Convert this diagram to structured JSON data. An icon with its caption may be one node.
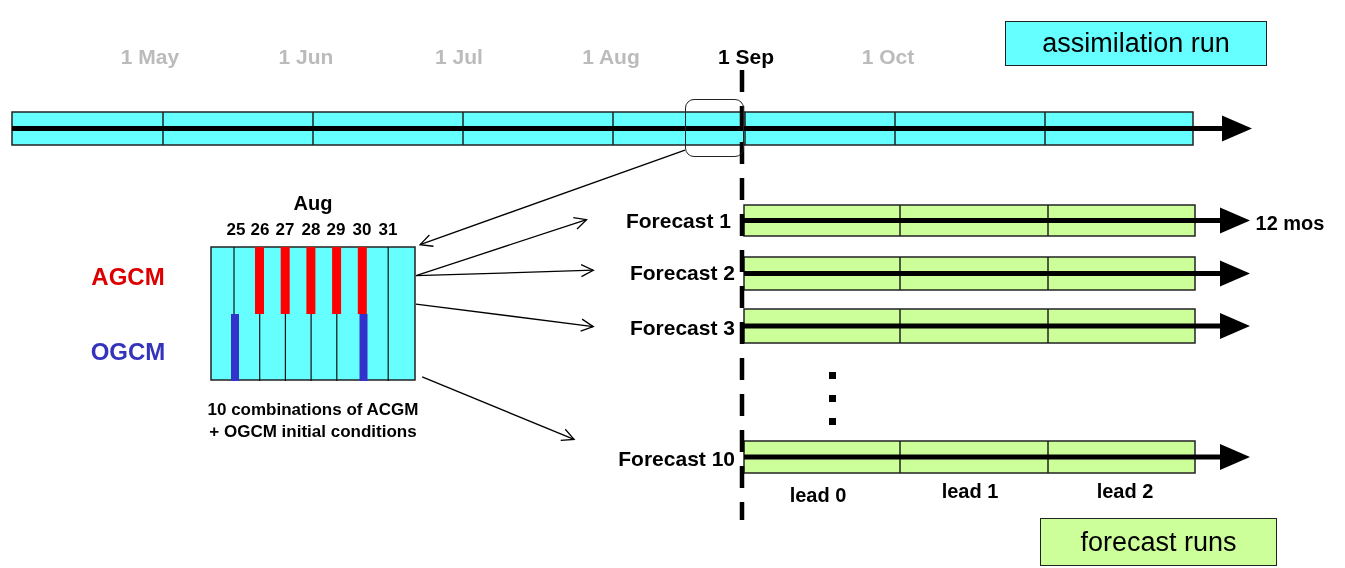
{
  "diagram": {
    "nodes": [
      {
        "text": [
          "assimilation run"
        ]
      },
      {
        "text": [],
        "shape": "box"
      },
      {
        "text": [
          "Aug"
        ],
        "beside": [
          "25",
          "26",
          "27",
          "28",
          "29",
          "30",
          "31",
          "10 combinations of ACGM + OGCM initial conditions"
        ]
      },
      {
        "text": [
          "Forecast 1"
        ]
      },
      {
        "text": [
          "Forecast 2"
        ]
      },
      {
        "text": [
          "Forecast 3"
        ]
      },
      {
        "text": [
          "Forecast 10"
        ]
      },
      {
        "text": [
          "forecast runs"
        ]
      }
    ],
    "edges": [
      {
        "from": 1,
        "to": 2,
        "arrow": "to"
      },
      {
        "from": 2,
        "to": 3,
        "arrow": "to"
      },
      {
        "from": 2,
        "to": 4,
        "arrow": "to"
      },
      {
        "from": 2,
        "to": 5,
        "arrow": "to"
      },
      {
        "from": 2,
        "to": 6,
        "arrow": "to"
      }
    ],
    "labels": [
      "1 May",
      "1 Jun",
      "1 Jul",
      "1 Aug",
      "1 Sep",
      "1 Oct",
      "AGCM",
      "OGCM",
      "12 mos",
      "lead 0",
      "lead 1",
      "lead 2"
    ]
  }
}
